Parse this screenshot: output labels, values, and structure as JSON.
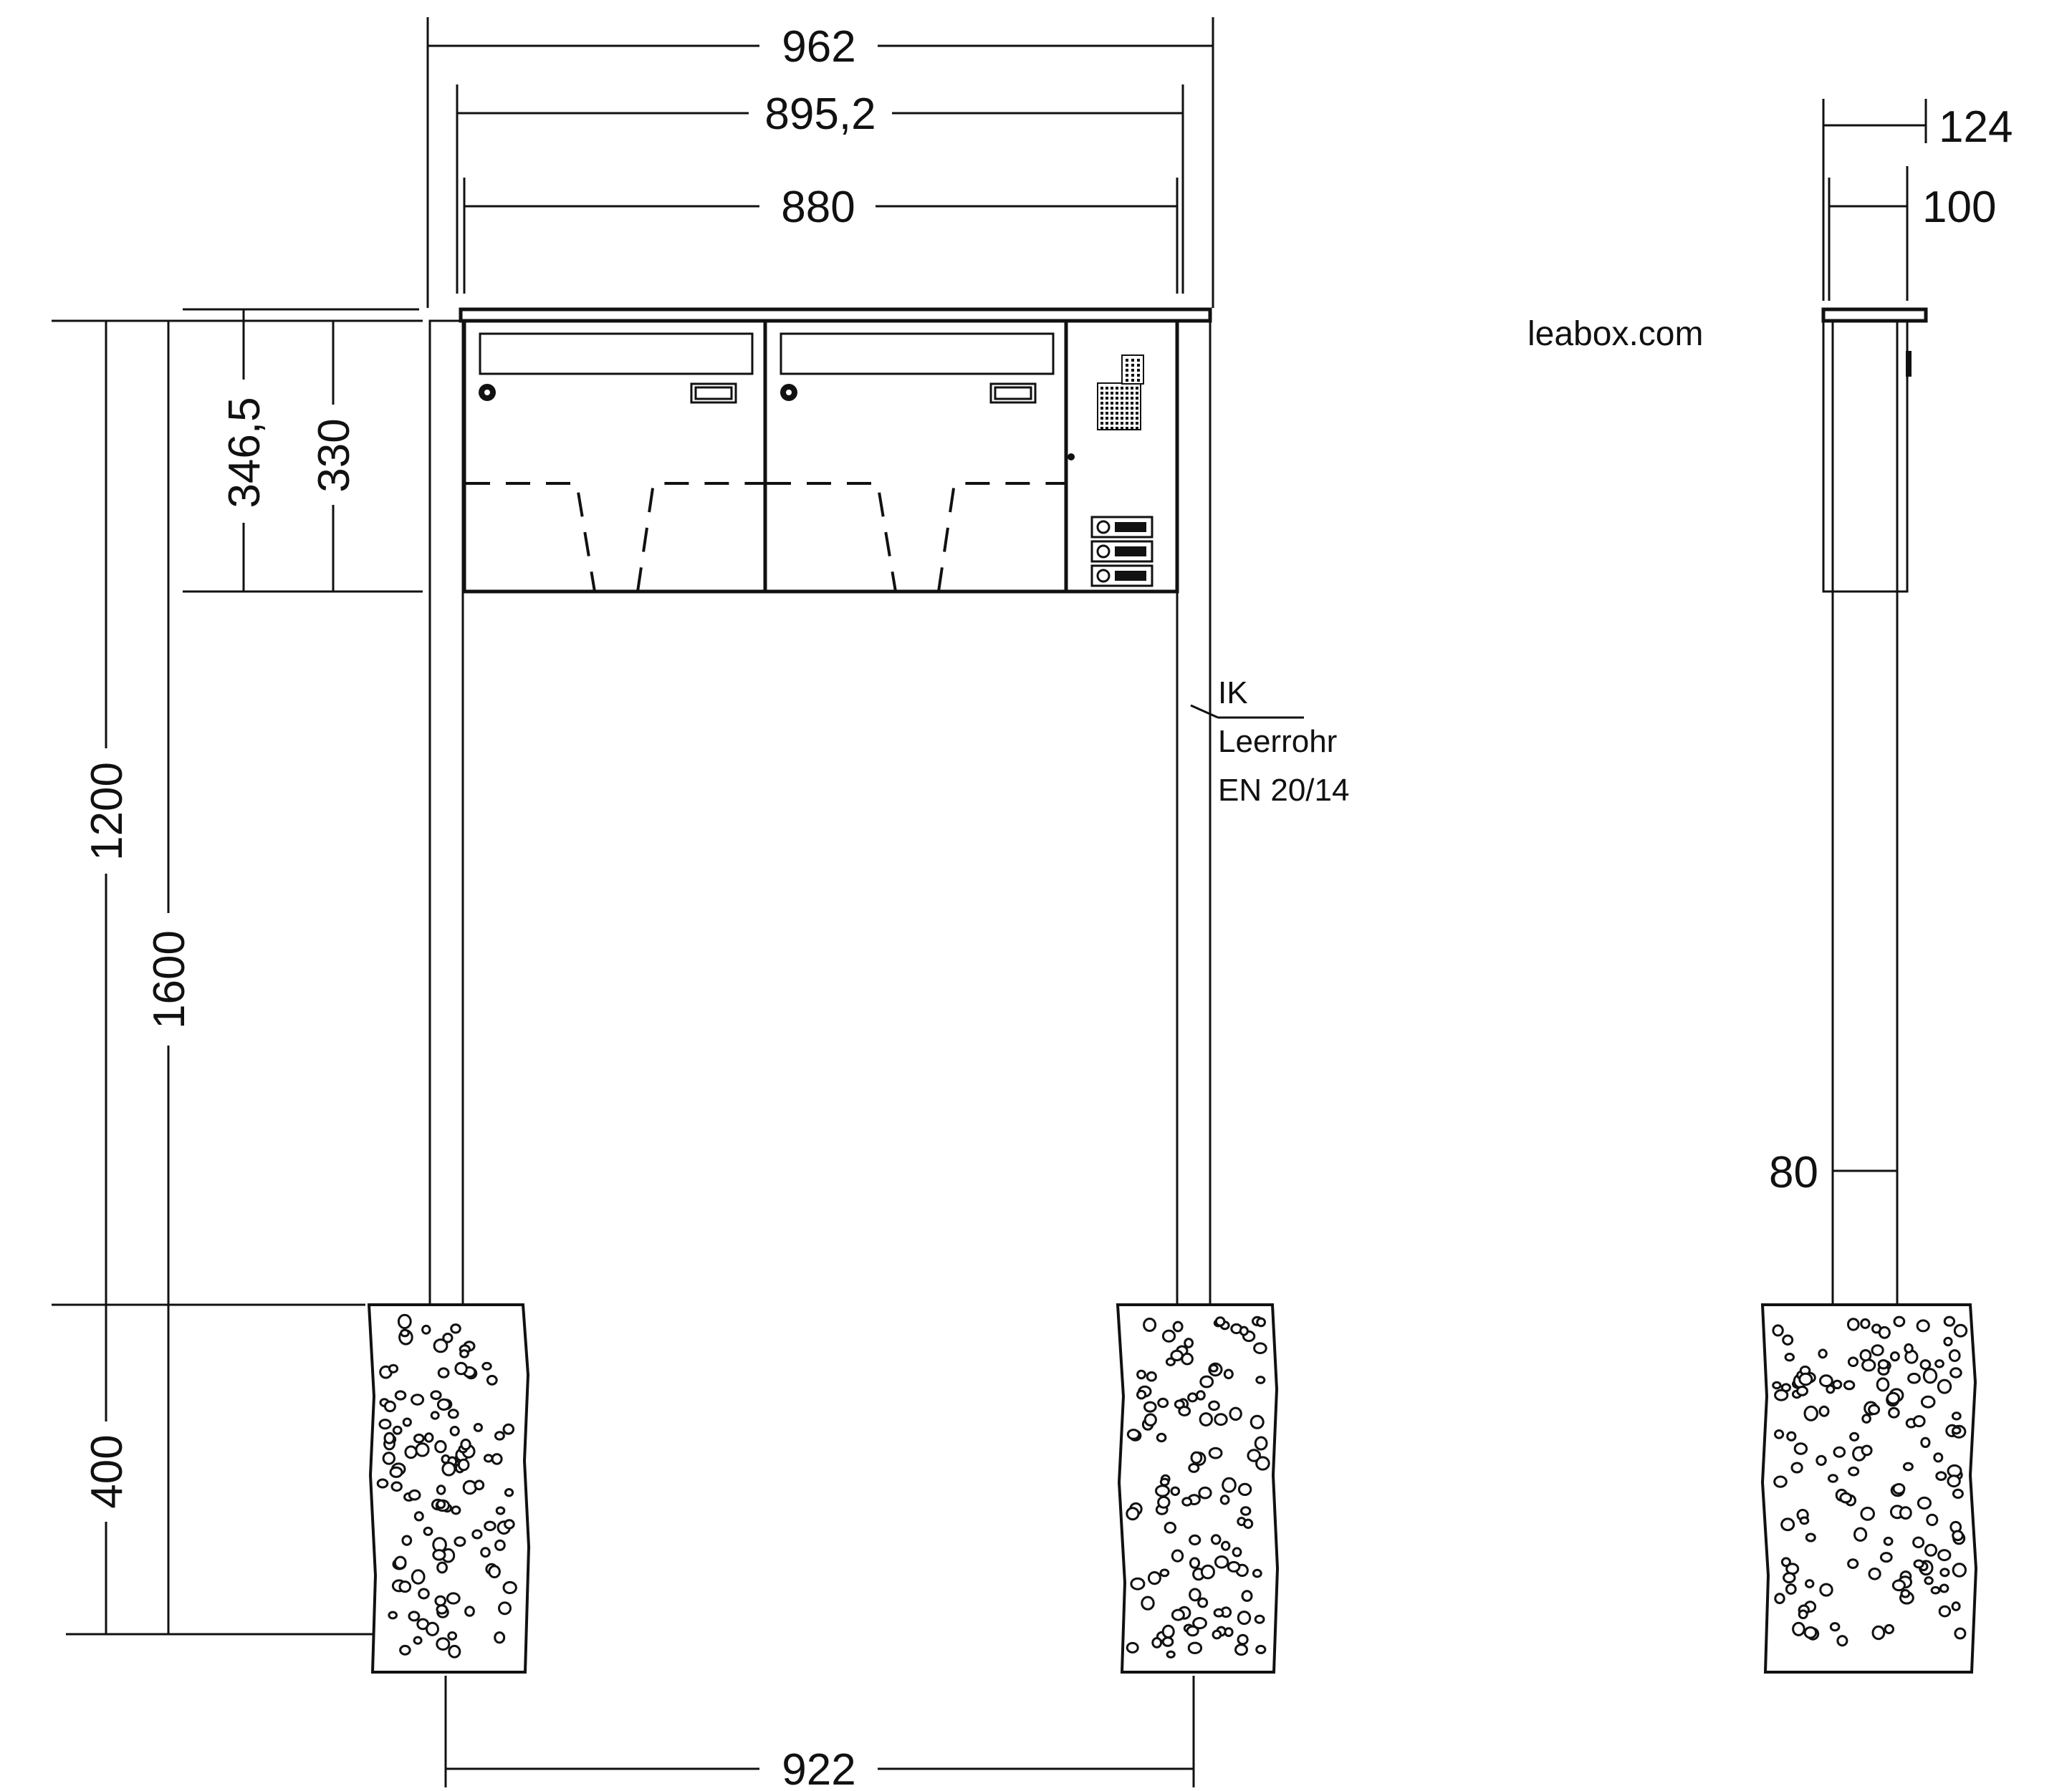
{
  "brand": {
    "label": "leabox.com"
  },
  "front_view": {
    "dims": {
      "overall_width": "962",
      "roof_width": "895,2",
      "box_width": "880",
      "roof_height": "346,5",
      "box_height": "330",
      "post_height": "1200",
      "total_height": "1600",
      "foundation_depth": "400",
      "post_spacing": "922"
    },
    "annotation": {
      "line1": "IK",
      "line2": "Leerrohr",
      "line3": "EN 20/14"
    }
  },
  "side_view": {
    "dims": {
      "roof_depth": "124",
      "box_depth": "100",
      "post_width": "80"
    }
  }
}
